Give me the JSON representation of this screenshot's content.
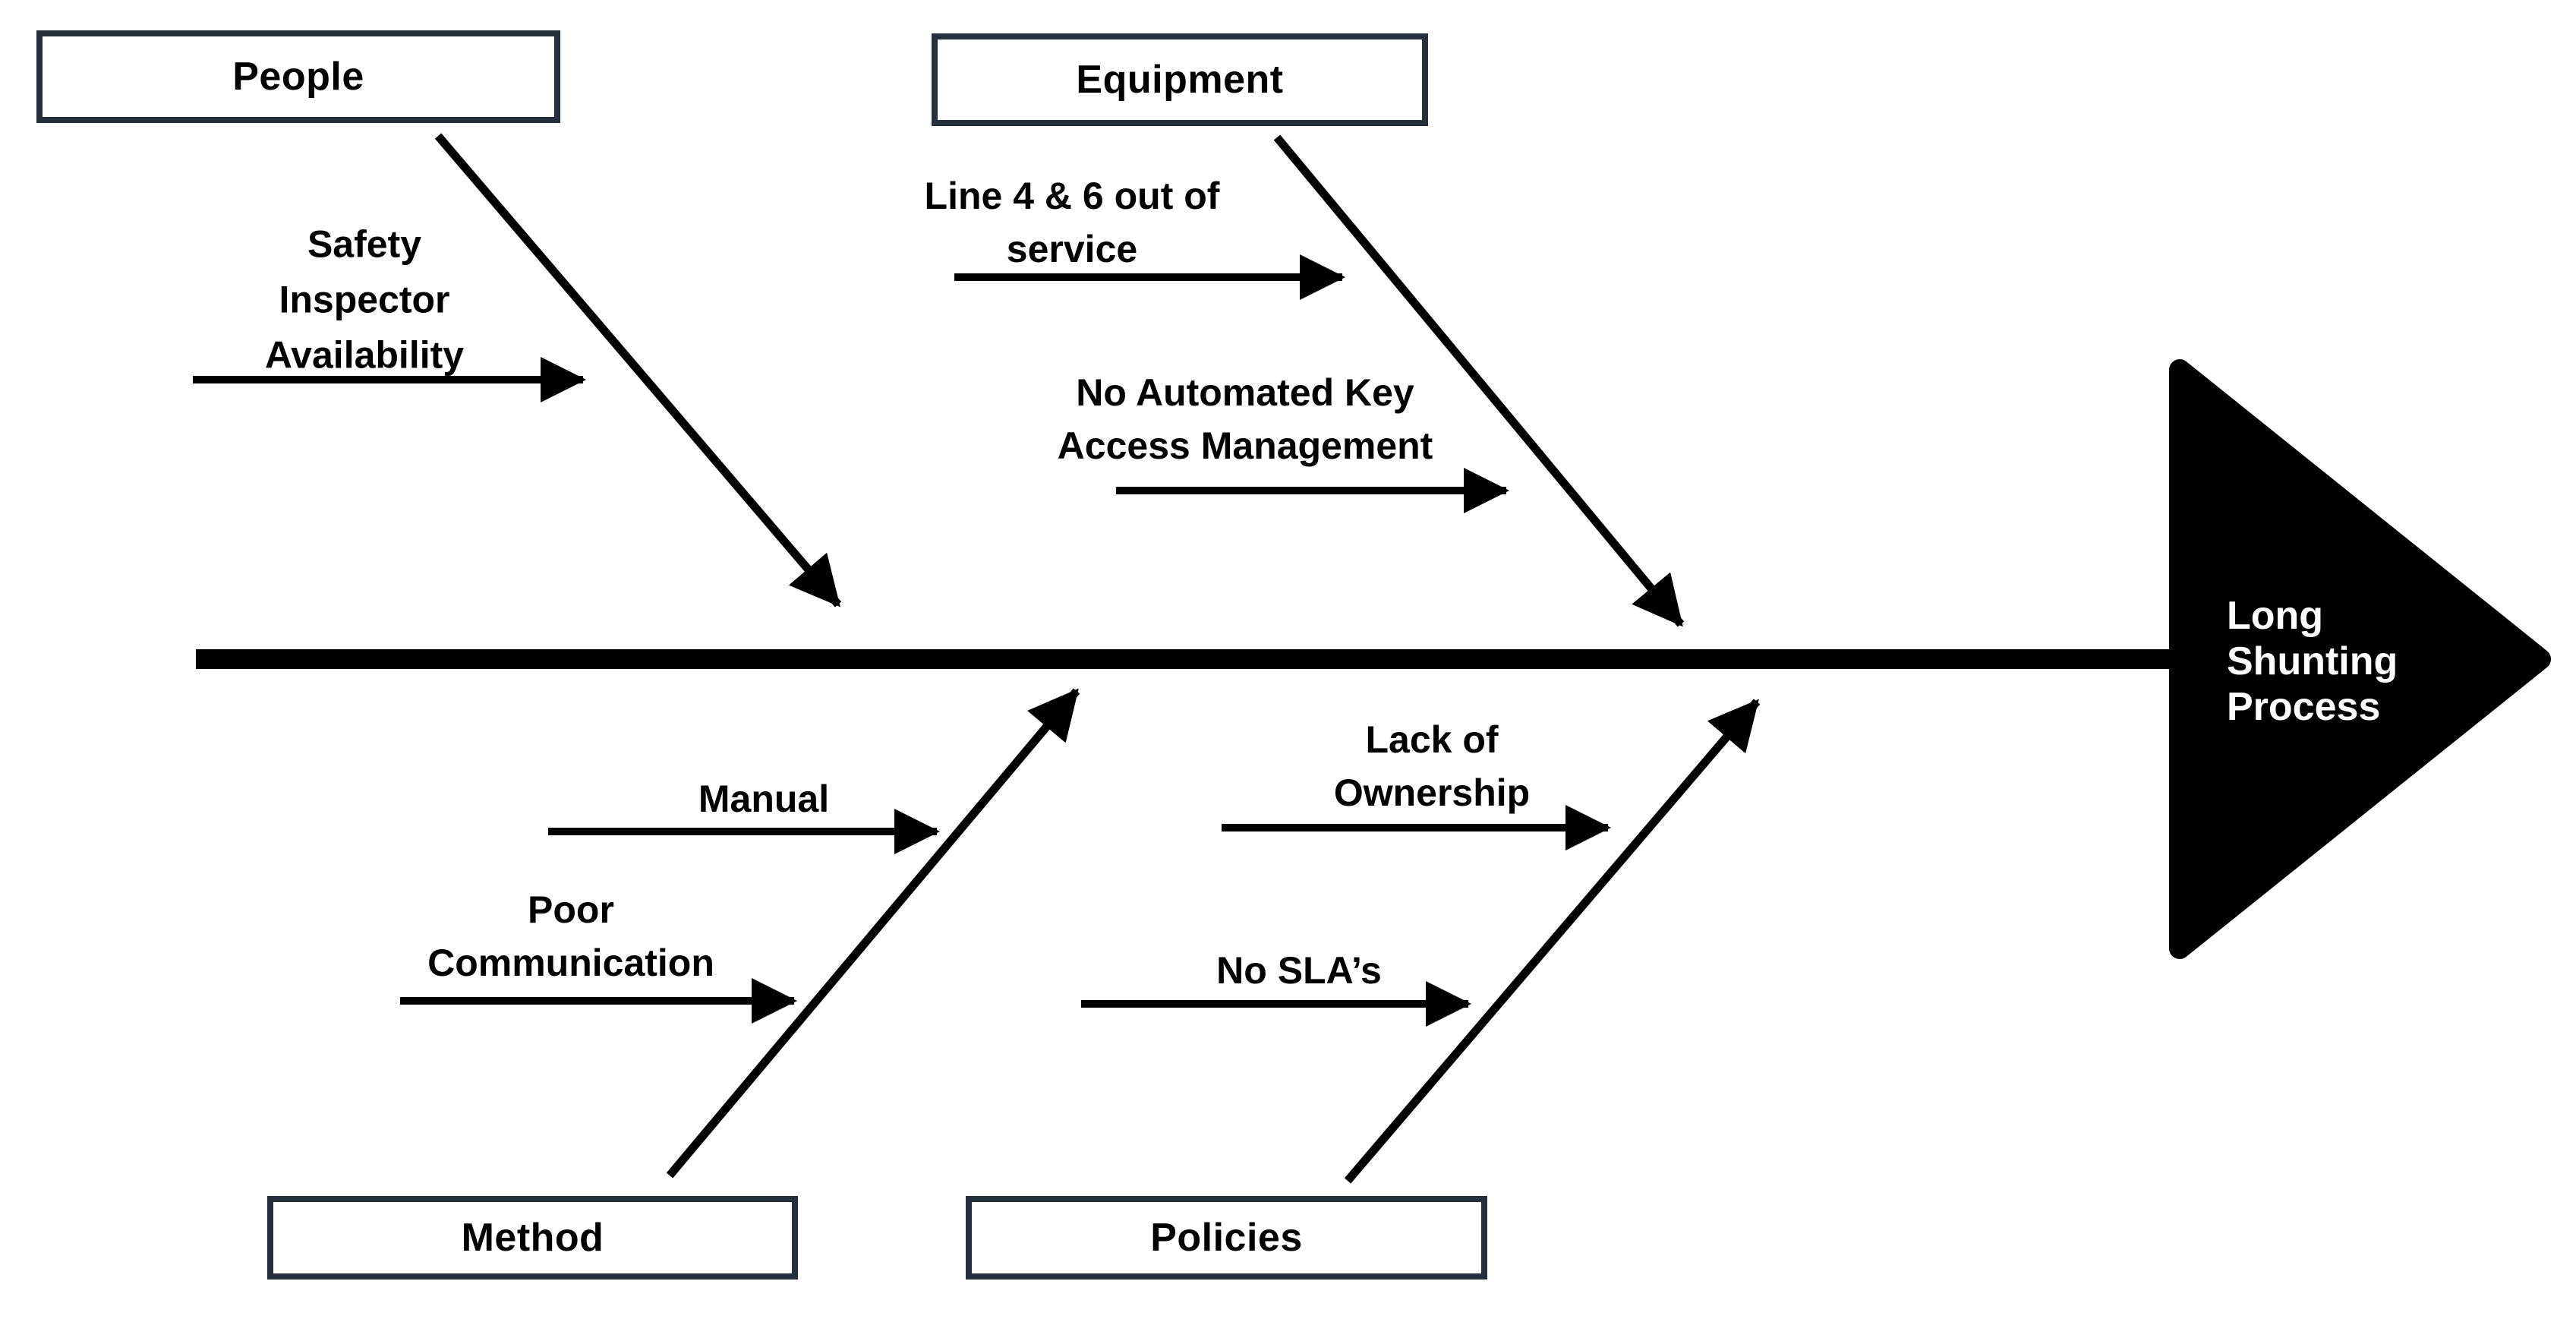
{
  "diagram_type": "fishbone-cause-effect",
  "effect": {
    "lines": [
      "Long",
      "Shunting",
      "Process"
    ]
  },
  "categories": {
    "people": {
      "label": "People"
    },
    "equipment": {
      "label": "Equipment"
    },
    "method": {
      "label": "Method"
    },
    "policies": {
      "label": "Policies"
    }
  },
  "causes": {
    "safety_inspector_availability": {
      "category": "people",
      "lines": [
        "Safety",
        "Inspector",
        "Availability"
      ]
    },
    "line_4_6_out_of_service": {
      "category": "equipment",
      "lines": [
        "Line 4 & 6 out of",
        "service"
      ]
    },
    "no_automated_key_access": {
      "category": "equipment",
      "lines": [
        "No Automated Key",
        "Access Management"
      ]
    },
    "manual": {
      "category": "method",
      "lines": [
        "Manual"
      ]
    },
    "poor_communication": {
      "category": "method",
      "lines": [
        "Poor",
        "Communication"
      ]
    },
    "lack_of_ownership": {
      "category": "policies",
      "lines": [
        "Lack of",
        "Ownership"
      ]
    },
    "no_slas": {
      "category": "policies",
      "lines": [
        "No SLA’s"
      ]
    }
  },
  "colors": {
    "background": "#ffffff",
    "line": "#000000",
    "box_border": "#25303c",
    "effect_fill": "#000000",
    "effect_text": "#ffffff"
  }
}
